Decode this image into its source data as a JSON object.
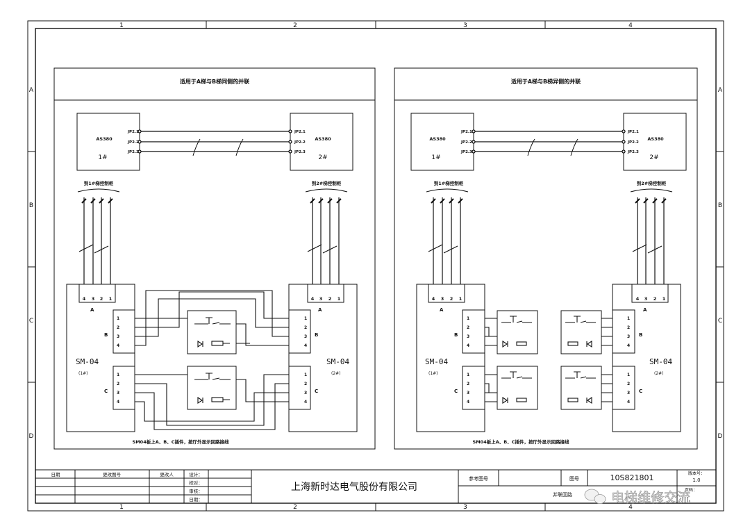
{
  "frame": {
    "columns": [
      "1",
      "2",
      "3",
      "4"
    ],
    "rows": [
      "A",
      "B",
      "C",
      "D"
    ]
  },
  "panels": [
    {
      "title": "适用于A梯与B梯同侧的并联",
      "controller_model": "AS380",
      "left_id": "1#",
      "right_id": "2#",
      "ports": [
        "JP2.1",
        "JP2.2",
        "JP2.3"
      ],
      "left_cable_label": "到1#梯控制柜",
      "right_cable_label": "到2#梯控制柜",
      "board": "SM-04",
      "left_board_id": "(1#)",
      "right_board_id": "(2#)",
      "conn_a": "A",
      "conn_b": "B",
      "conn_c": "C",
      "a_pins": [
        "4",
        "3",
        "2",
        "1"
      ],
      "bc_pins": [
        "1",
        "2",
        "3",
        "4"
      ],
      "note": "SM04板上A、B、C插件，按厅外显示回路接线"
    },
    {
      "title": "适用于A梯与B梯异侧的并联",
      "controller_model": "AS380",
      "left_id": "1#",
      "right_id": "2#",
      "ports": [
        "JP2.1",
        "JP2.2",
        "JP2.3"
      ],
      "left_cable_label": "到1#梯控制柜",
      "right_cable_label": "到2#梯控制柜",
      "board": "SM-04",
      "left_board_id": "(1#)",
      "right_board_id": "(2#)",
      "conn_a": "A",
      "conn_b": "B",
      "conn_c": "C",
      "a_pins": [
        "4",
        "3",
        "2",
        "1"
      ],
      "bc_pins": [
        "1",
        "2",
        "3",
        "4"
      ],
      "note": "SM04板上A、B、C插件，按厅外显示回路接线"
    }
  ],
  "title_block": {
    "date": "日期",
    "change_no": "更改图号",
    "changed_by": "更改人",
    "design": "设计：",
    "check": "校对：",
    "review": "审核：",
    "date2": "日期：",
    "company": "上海新时达电气股份有限公司",
    "ref_label": "参考图号",
    "drawing_no_label": "图号",
    "drawing_no": "10S821801",
    "version_label": "版本号：",
    "version": "1.0",
    "page_label": "页码：",
    "drawing_name": "并联回路"
  },
  "watermark": "电梯维修交流"
}
